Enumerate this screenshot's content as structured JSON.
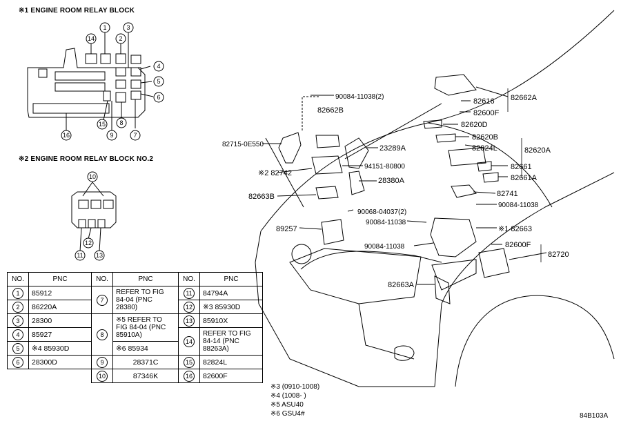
{
  "titles": {
    "block1": "※1 ENGINE ROOM RELAY BLOCK",
    "block2": "※2 ENGINE ROOM RELAY BLOCK NO.2"
  },
  "block1_callouts": [
    "1",
    "2",
    "3",
    "4",
    "5",
    "6",
    "7",
    "8",
    "9",
    "14",
    "15",
    "16"
  ],
  "block2_callouts": [
    "10",
    "11",
    "12",
    "13"
  ],
  "table": {
    "headers": [
      "NO.",
      "PNC",
      "NO.",
      "PNC",
      "NO.",
      "PNC"
    ],
    "col1": [
      {
        "no": "1",
        "pnc": "85912"
      },
      {
        "no": "2",
        "pnc": "86220A"
      },
      {
        "no": "3",
        "pnc": "28300"
      },
      {
        "no": "4",
        "pnc": "85927"
      },
      {
        "no": "5",
        "pnc": "※4 85930D"
      },
      {
        "no": "6",
        "pnc": "28300D"
      }
    ],
    "col2": {
      "r7_no": "7",
      "r7_pnc": "REFER TO FIG 84-04 (PNC 28380)",
      "r8_no": "8",
      "r8a_pnc": "※5 REFER TO FIG 84-04 (PNC 85910A)",
      "r8b_pnc": "※6 85934",
      "r9_no": "9",
      "r9_pnc": "28371C",
      "r10_no": "10",
      "r10_pnc": "87346K"
    },
    "col3": {
      "r11_no": "11",
      "r11_pnc": "84794A",
      "r12_no": "12",
      "r12_pnc": "※3 85930D",
      "r13_no": "13",
      "r13_pnc": "85910X",
      "r14_no": "14",
      "r14_pnc": "REFER TO FIG 84-14 (PNC 88263A)",
      "r15_no": "15",
      "r15_pnc": "82824L",
      "r16_no": "16",
      "r16_pnc": "82600F"
    }
  },
  "parts": {
    "p90084_11038_2": "90084-11038(2)",
    "p82662B": "82662B",
    "p82715": "82715-0E550",
    "p23289A": "23289A",
    "p82742": "※2 82742",
    "p94151": "94151-80800",
    "p28380A": "28380A",
    "p82663B": "82663B",
    "p90068": "90068-04037(2)",
    "p89257": "89257",
    "p90084_11038_a": "90084-11038",
    "p90084_11038_b": "90084-11038",
    "p90084_11038_c": "90084-11038",
    "p82663A": "82663A",
    "p82662A": "82662A",
    "p82616": "82616",
    "p82600F_top": "82600F",
    "p82620D": "82620D",
    "p82620B": "82620B",
    "p82824L": "82824L",
    "p82620A": "82620A",
    "p82661": "82661",
    "p82661A": "82661A",
    "p82741": "82741",
    "p82663": "※1 82663",
    "p82600F": "82600F",
    "p82720": "82720"
  },
  "notes": [
    "※3 (0910-1008)",
    "※4 (1008-     )",
    "※5 ASU40",
    "※6 GSU4#"
  ],
  "figure_code": "84B103A"
}
